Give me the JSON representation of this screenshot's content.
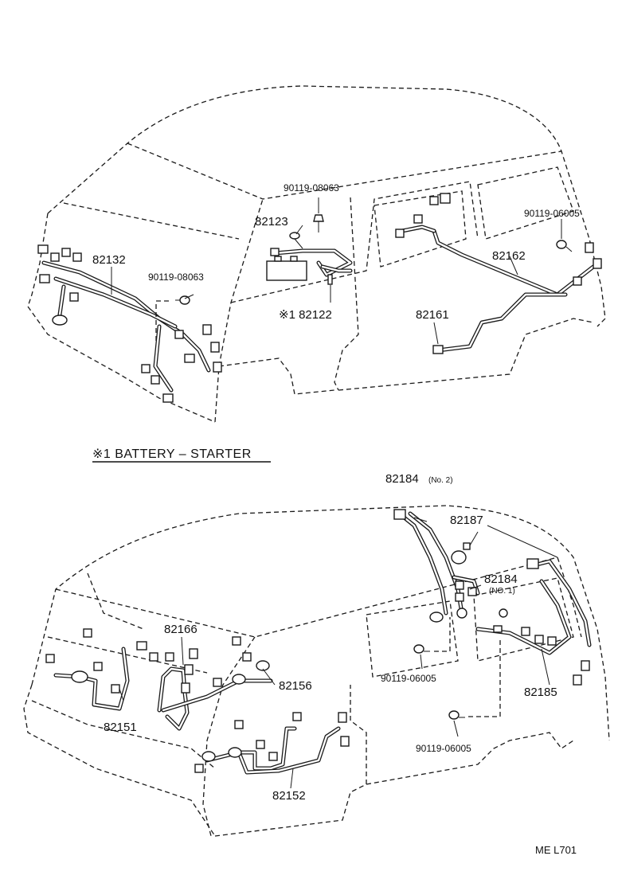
{
  "top_view": {
    "labels": {
      "p90119_08063_a": "90119-08063",
      "p82123": "82123",
      "p82132": "82132",
      "p90119_08063_b": "90119-08063",
      "p82122": "※1 82122",
      "p90119_06005": "90119-06005",
      "p82162": "82162",
      "p82161": "82161"
    }
  },
  "caption": "※1 BATTERY – STARTER",
  "bottom_view": {
    "labels": {
      "p82184_no2": "82184",
      "p82184_no2_note": "(No. 2)",
      "p82187": "82187",
      "p82184_no1": "82184",
      "p82184_no1_note": "(NO. 1)",
      "p82166": "82166",
      "p82156": "82156",
      "p82151": "82151",
      "p90119_06005_a": "90119-06005",
      "p82185": "82185",
      "p90119_06005_b": "90119-06005",
      "p82152": "82152"
    }
  },
  "footer": {
    "code": "ME  L701"
  }
}
